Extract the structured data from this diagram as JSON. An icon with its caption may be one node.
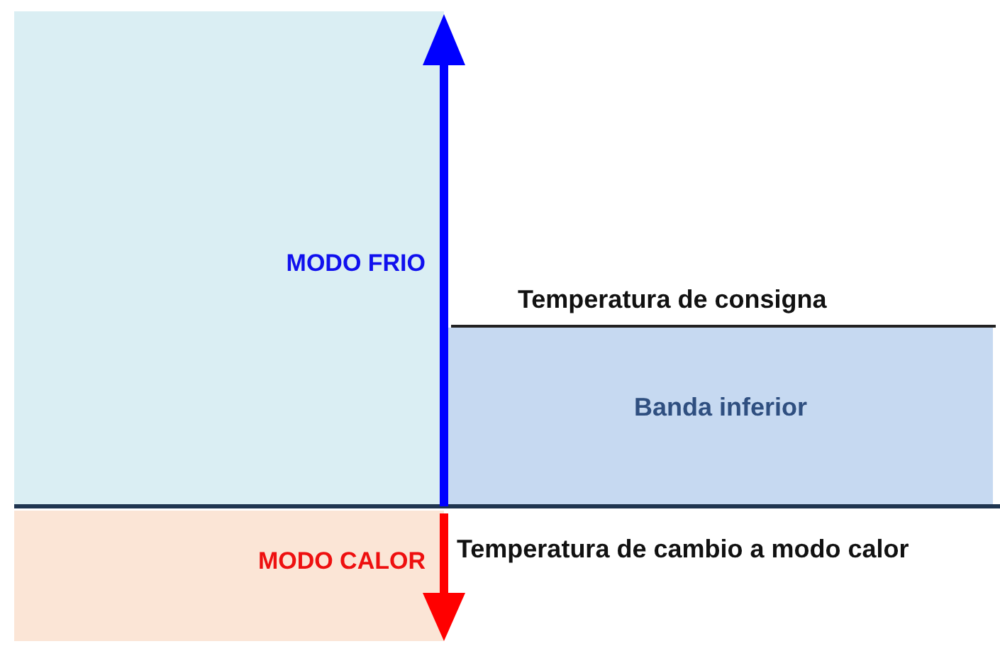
{
  "diagram": {
    "nodes": [
      {
        "text": [
          "MODO FRIO"
        ]
      },
      {
        "text": [
          "MODO CALOR"
        ]
      },
      {
        "text": [
          "Banda inferior"
        ]
      }
    ],
    "labels": [
      "Temperatura de consigna",
      "Temperatura de cambio a modo calor"
    ]
  }
}
